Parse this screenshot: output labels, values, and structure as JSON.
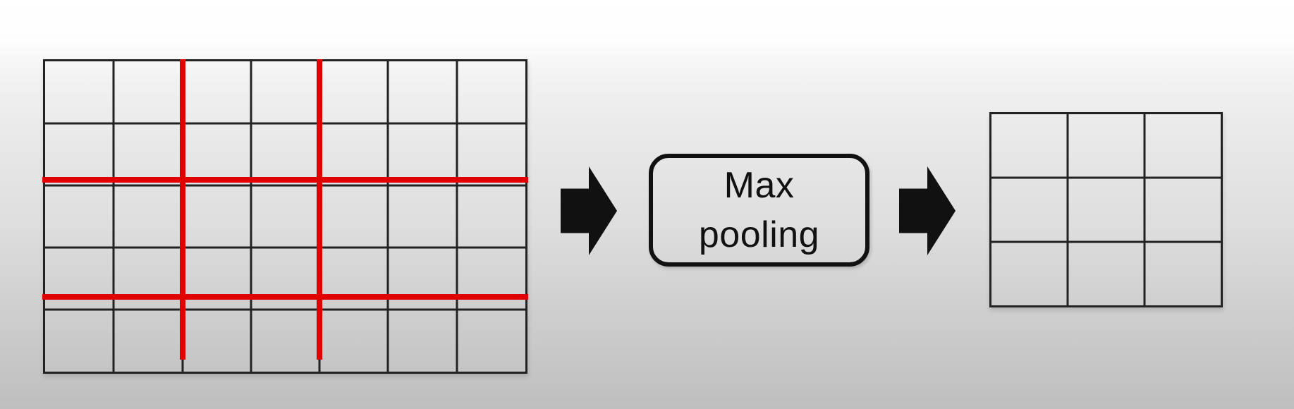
{
  "diagram": {
    "operation_box": {
      "line1": "Max",
      "line2": "pooling"
    },
    "input_grid": {
      "columns": 7,
      "rows": 5,
      "pool_dividers": {
        "after_columns": [
          2,
          4
        ],
        "after_rows": [
          2,
          4
        ]
      }
    },
    "output_grid": {
      "columns": 3,
      "rows": 3
    },
    "arrows": [
      {
        "icon": "arrow-right-icon",
        "direction": "right"
      },
      {
        "icon": "arrow-right-icon",
        "direction": "right"
      }
    ],
    "colors": {
      "pool_divider": "#e00000",
      "grid_line": "#222222",
      "ink": "#111111",
      "background_top": "#ffffff",
      "background_bottom": "#bfbfbf"
    }
  }
}
